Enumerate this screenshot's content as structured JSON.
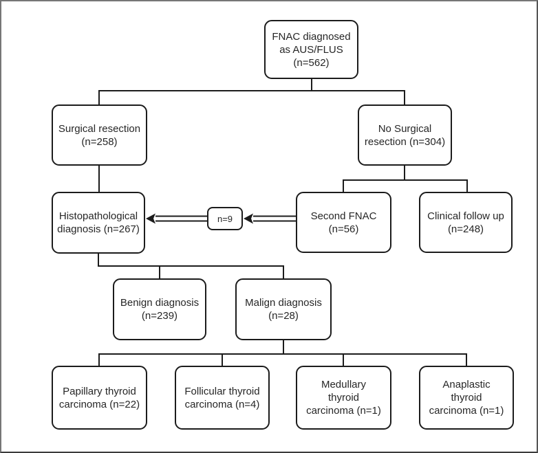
{
  "colors": {
    "background": "#ffffff",
    "frame_border": "#767676",
    "node_border": "#1b1b1b",
    "connector": "#1b1b1b",
    "text": "#262626"
  },
  "nodes": {
    "fnac_aus_flus": {
      "label": "FNAC diagnosed\nas AUS/FLUS\n(n=562)",
      "n": 562
    },
    "surgical_resection": {
      "label": "Surgical resection\n(n=258)",
      "n": 258
    },
    "no_surgical_resection": {
      "label": "No Surgical\nresection (n=304)",
      "n": 304
    },
    "histopathological_diagnosis": {
      "label": "Histopathological\ndiagnosis (n=267)",
      "n": 267
    },
    "second_fnac_to_histology_transfer": {
      "label": "n=9",
      "n": 9
    },
    "second_fnac": {
      "label": "Second FNAC\n(n=56)",
      "n": 56
    },
    "clinical_follow_up": {
      "label": "Clinical follow up\n(n=248)",
      "n": 248
    },
    "benign_diagnosis": {
      "label": "Benign diagnosis\n(n=239)",
      "n": 239
    },
    "malign_diagnosis": {
      "label": "Malign diagnosis\n(n=28)",
      "n": 28
    },
    "papillary_thyroid_carcinoma": {
      "label": "Papillary thyroid\ncarcinoma (n=22)",
      "n": 22
    },
    "follicular_thyroid_carcinoma": {
      "label": "Follicular thyroid\ncarcinoma (n=4)",
      "n": 4
    },
    "medullary_thyroid_carcinoma": {
      "label": "Medullary\nthyroid\ncarcinoma (n=1)",
      "n": 1
    },
    "anaplastic_thyroid_carcinoma": {
      "label": "Anaplastic\nthyroid\ncarcinoma (n=1)",
      "n": 1
    }
  }
}
